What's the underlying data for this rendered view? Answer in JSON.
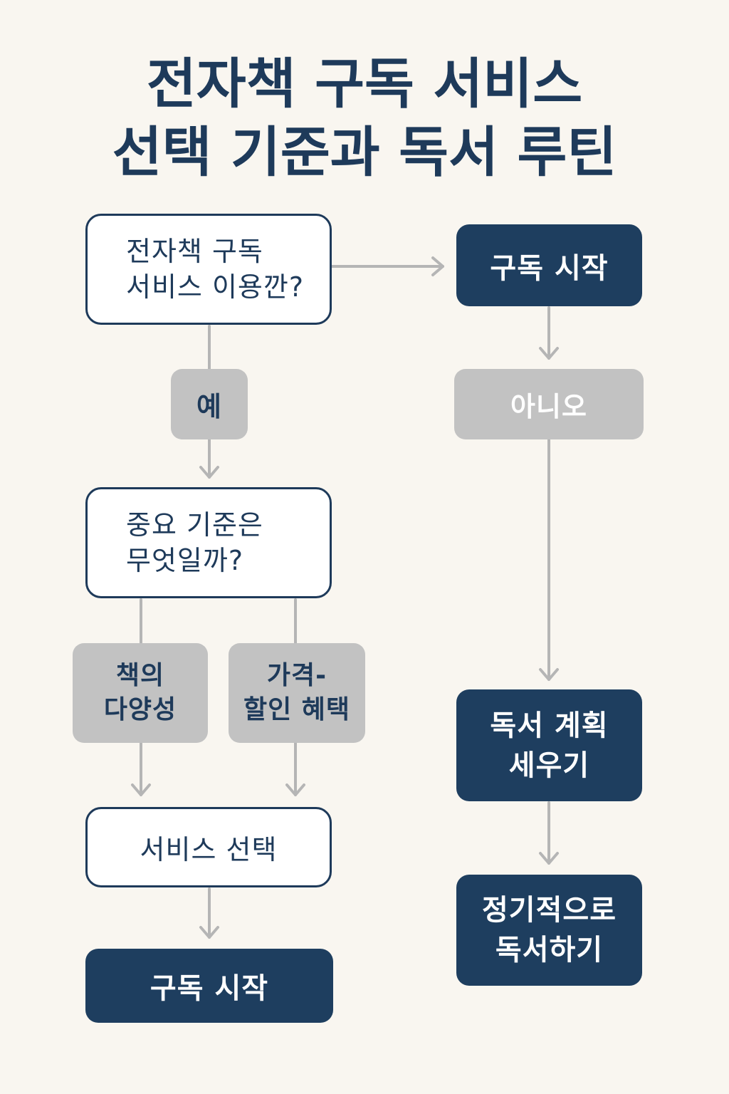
{
  "title": {
    "line1": "전자책 구독 서비스",
    "line2": "선택 기준과 독서 루틴"
  },
  "nodes": {
    "q_use": {
      "line1": "전자책 구독",
      "line2": "서비스 이용깐?"
    },
    "yes": {
      "label": "예"
    },
    "q_criteria": {
      "line1": "중요 기준은",
      "line2": "무엇일까?"
    },
    "variety": {
      "line1": "책의",
      "line2": "다양성"
    },
    "price": {
      "line1": "가격-",
      "line2": "할인 혜택"
    },
    "select": {
      "label": "서비스 선택"
    },
    "start_left": {
      "label": "구독 시작"
    },
    "start_right": {
      "label": "구독 시작"
    },
    "no": {
      "label": "아니오"
    },
    "plan": {
      "line1": "독서 계획",
      "line2": "세우기"
    },
    "regular": {
      "line1": "정기적으로",
      "line2": "독서하기"
    }
  },
  "colors": {
    "navy": "#1e3e5f",
    "gray_box": "#c2c2c2",
    "arrow": "#b5b5b5",
    "background": "#f9f6f0"
  }
}
